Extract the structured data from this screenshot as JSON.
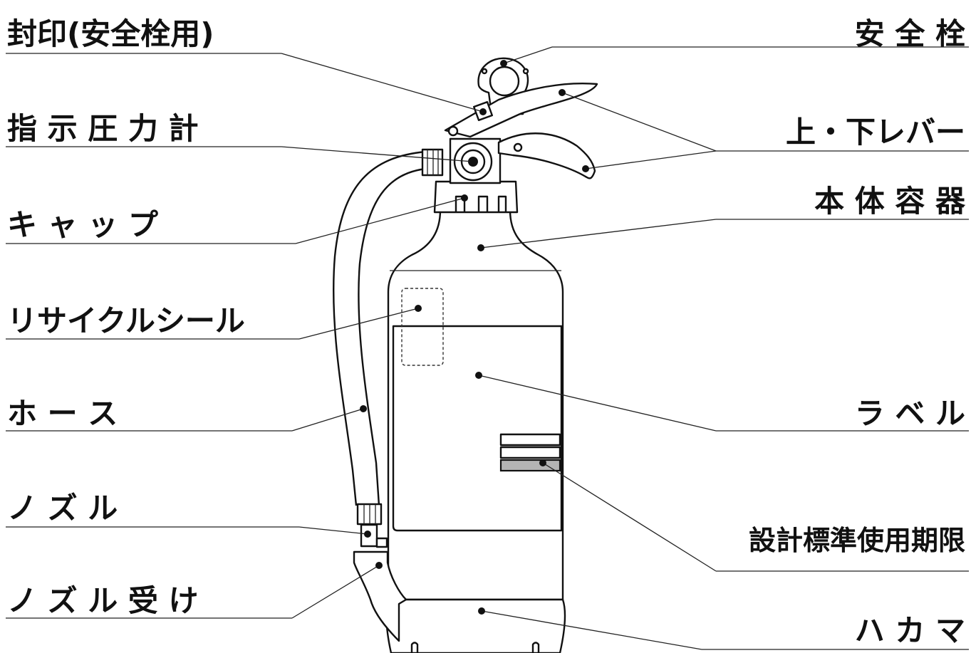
{
  "labels": {
    "left": {
      "seal": "封印(安全栓用)",
      "gauge": "指 示 圧 力 計",
      "cap": "キ ャ ッ プ",
      "recycle": "リサイクルシール",
      "hose": "ホ ー ス",
      "nozzle": "ノ ズ ル",
      "nozzle_holder": "ノ ズ ル 受 け"
    },
    "right": {
      "safety_pin": "安 全 栓",
      "lever": "上・下レバー",
      "body": "本 体 容 器",
      "label": "ラ ベ ル",
      "expiry": "設計標準使用期限",
      "skirt": "ハ カ マ"
    }
  },
  "colors": {
    "ink": "#111111",
    "expiry_band": "#b4b4b4",
    "background": "#ffffff"
  }
}
